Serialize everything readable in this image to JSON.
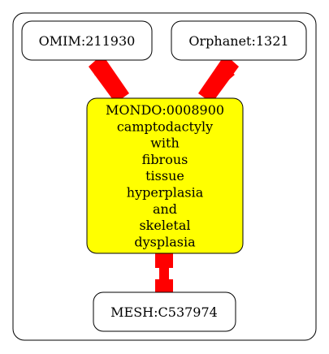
{
  "nodes": {
    "omim": {
      "label": "OMIM:211930"
    },
    "orphanet": {
      "label": "Orphanet:1321"
    },
    "mondo": {
      "lines": [
        "MONDO:0008900",
        "camptodactyly",
        "with",
        "fibrous",
        "tissue",
        "hyperplasia",
        "and",
        "skeletal",
        "dysplasia"
      ],
      "fill": "#ffff00"
    },
    "mesh": {
      "label": "MESH:C537974"
    }
  },
  "colors": {
    "edge": "#ff0000",
    "node_fill": "#ffffff",
    "stroke": "#000000"
  }
}
